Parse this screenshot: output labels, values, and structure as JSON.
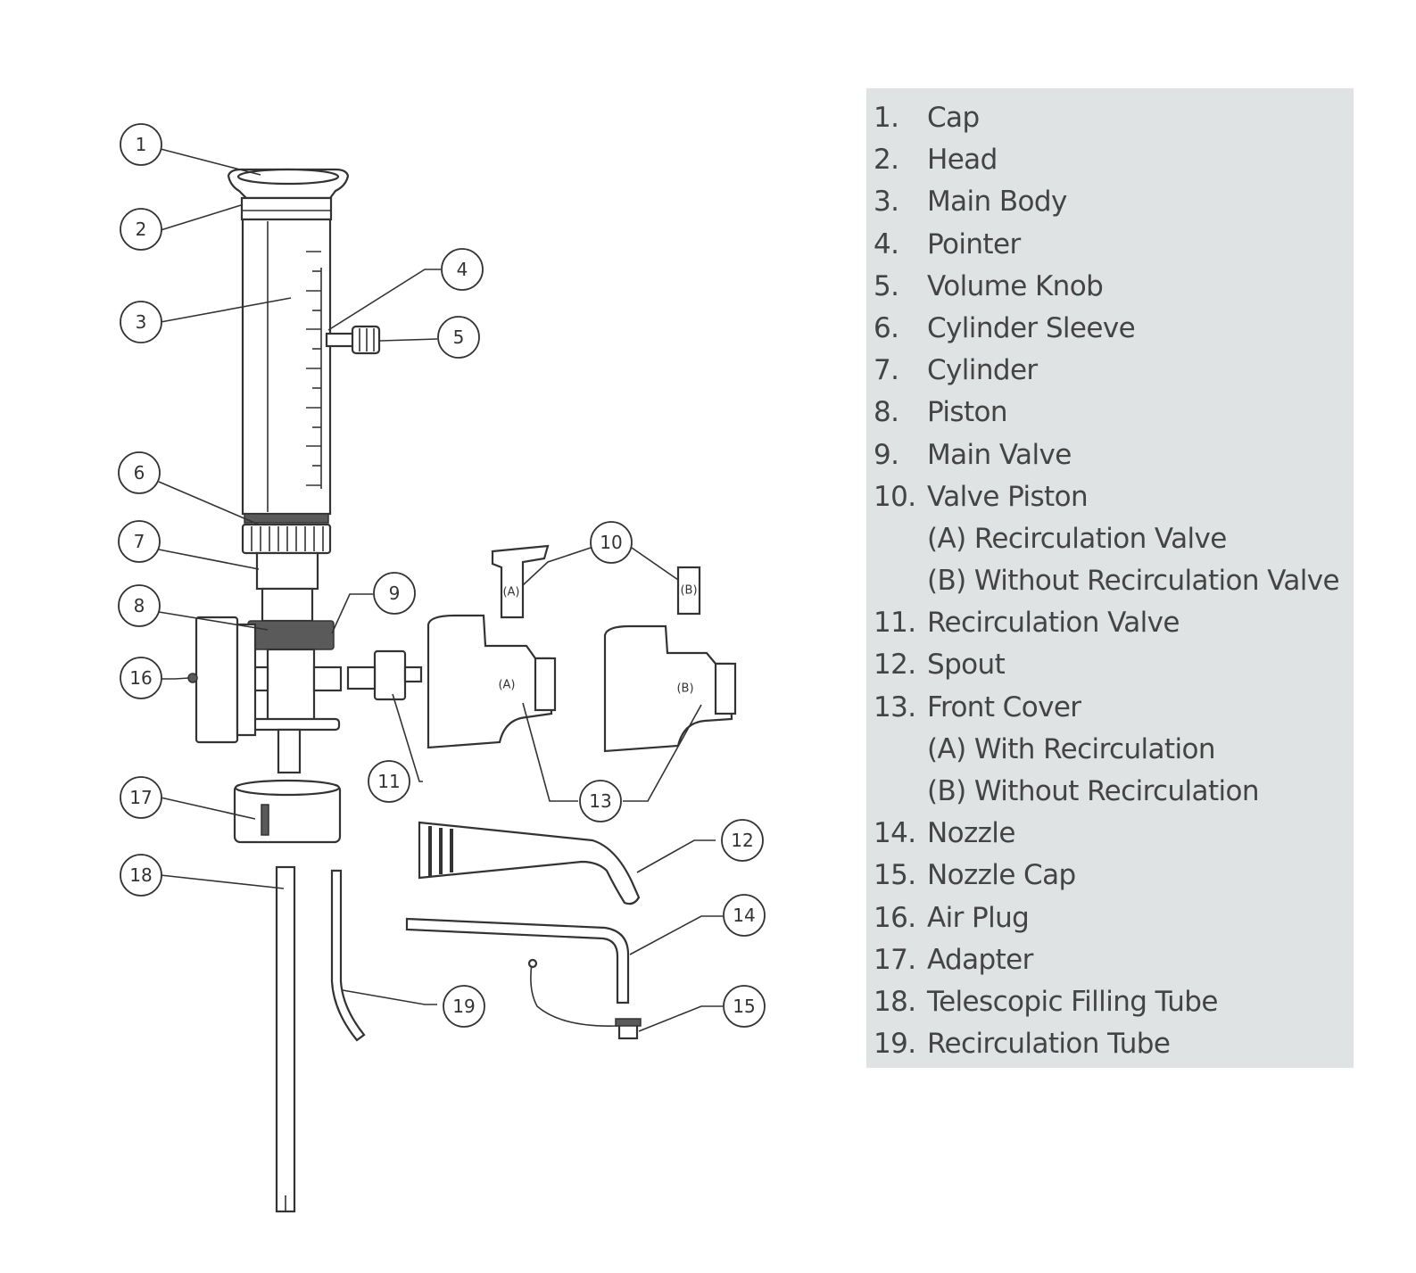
{
  "callouts": [
    "1",
    "2",
    "3",
    "4",
    "5",
    "6",
    "7",
    "8",
    "9",
    "10",
    "11",
    "12",
    "13",
    "14",
    "15",
    "16",
    "17",
    "18",
    "19"
  ],
  "part_marks": {
    "a": "(A)",
    "b": "(B)"
  },
  "legend": [
    {
      "num": "1.",
      "label": "Cap"
    },
    {
      "num": "2.",
      "label": "Head"
    },
    {
      "num": "3.",
      "label": "Main Body"
    },
    {
      "num": "4.",
      "label": "Pointer"
    },
    {
      "num": "5.",
      "label": "Volume Knob"
    },
    {
      "num": "6.",
      "label": "Cylinder Sleeve"
    },
    {
      "num": "7.",
      "label": "Cylinder"
    },
    {
      "num": "8.",
      "label": "Piston"
    },
    {
      "num": "9.",
      "label": "Main Valve"
    },
    {
      "num": "10.",
      "label": "Valve Piston"
    },
    {
      "num": "",
      "label": "(A) Recirculation Valve"
    },
    {
      "num": "",
      "label": "(B) Without Recirculation Valve"
    },
    {
      "num": "11.",
      "label": "Recirculation Valve"
    },
    {
      "num": "12.",
      "label": "Spout"
    },
    {
      "num": "13.",
      "label": "Front Cover"
    },
    {
      "num": "",
      "label": "(A) With Recirculation"
    },
    {
      "num": "",
      "label": "(B) Without Recirculation"
    },
    {
      "num": "14.",
      "label": "Nozzle"
    },
    {
      "num": "15.",
      "label": "Nozzle Cap"
    },
    {
      "num": "16.",
      "label": "Air Plug"
    },
    {
      "num": "17.",
      "label": "Adapter"
    },
    {
      "num": "18.",
      "label": "Telescopic Filling Tube"
    },
    {
      "num": "19.",
      "label": "Recirculation Tube"
    }
  ]
}
